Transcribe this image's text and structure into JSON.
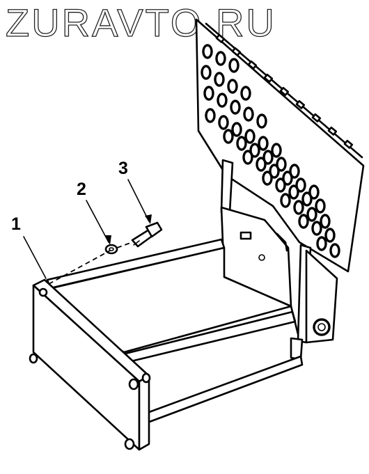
{
  "watermark": "ZURAVTO.RU",
  "callouts": [
    {
      "label": "1"
    },
    {
      "label": "2"
    },
    {
      "label": "3"
    }
  ],
  "colors": {
    "line": "#000000",
    "paper": "#ffffff",
    "watermark_outline": "#222222"
  }
}
